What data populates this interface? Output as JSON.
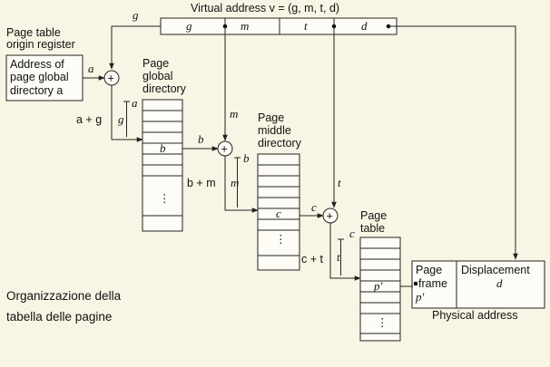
{
  "caption": {
    "line1": "Organizzazione della",
    "line2": "tabella delle pagine"
  },
  "virtual_address": {
    "title": "Virtual address v = (g, m, t, d)",
    "fields": [
      "g",
      "m",
      "t",
      "d"
    ]
  },
  "origin_register": {
    "label_line1": "Page table",
    "label_line2": "origin register",
    "content_line1": "Address of",
    "content_line2": "page global",
    "content_line3": "directory a"
  },
  "global_directory": {
    "label_line1": "Page",
    "label_line2": "global",
    "label_line3": "directory",
    "entry": "b",
    "offset_top": "a",
    "offset_side": "g",
    "sum_label": "a + g"
  },
  "middle_directory": {
    "label_line1": "Page",
    "label_line2": "middle",
    "label_line3": "directory",
    "entry": "c",
    "offset_top": "b",
    "offset_side": "m",
    "sum_label": "b + m"
  },
  "page_table": {
    "label_line1": "Page",
    "label_line2": "table",
    "entry": "p′",
    "offset_top": "c",
    "offset_side": "t",
    "sum_label": "c + t"
  },
  "physical_address": {
    "title": "Physical address",
    "frame_line1": "Page",
    "frame_line2": "frame",
    "frame_line3": "p′",
    "disp_line1": "Displacement",
    "disp_line2": "d"
  },
  "arrow_labels": {
    "g": "g",
    "a": "a",
    "b": "b",
    "m": "m",
    "c": "c",
    "t": "t"
  },
  "adder_symbol": "+",
  "ellipsis": "⋮"
}
